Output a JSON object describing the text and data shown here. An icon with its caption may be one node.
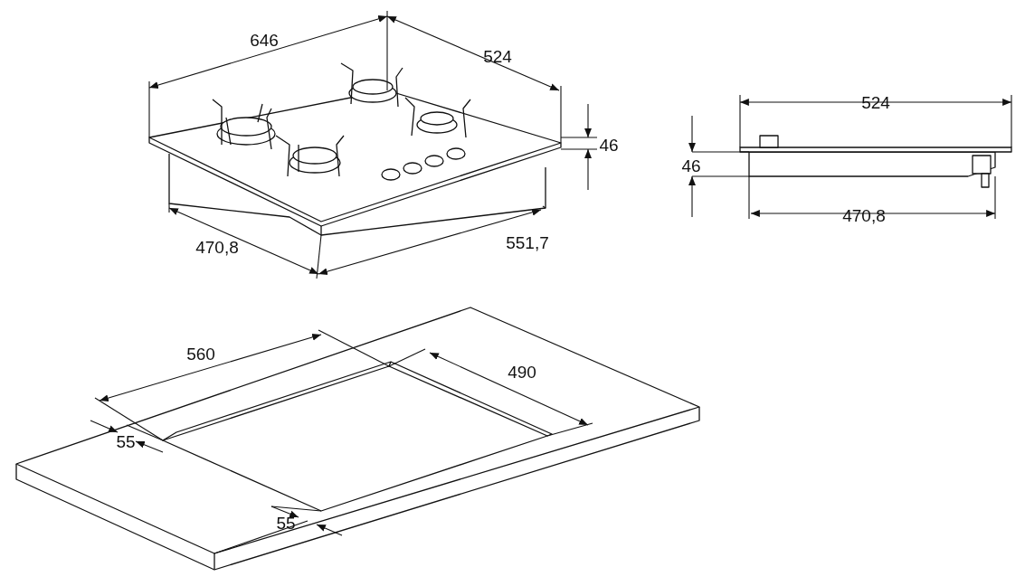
{
  "diagram": {
    "labels": [
      "646",
      "524",
      "46",
      "470,8",
      "551,7",
      "524",
      "46",
      "470,8",
      "560",
      "490",
      "55",
      "55"
    ]
  }
}
